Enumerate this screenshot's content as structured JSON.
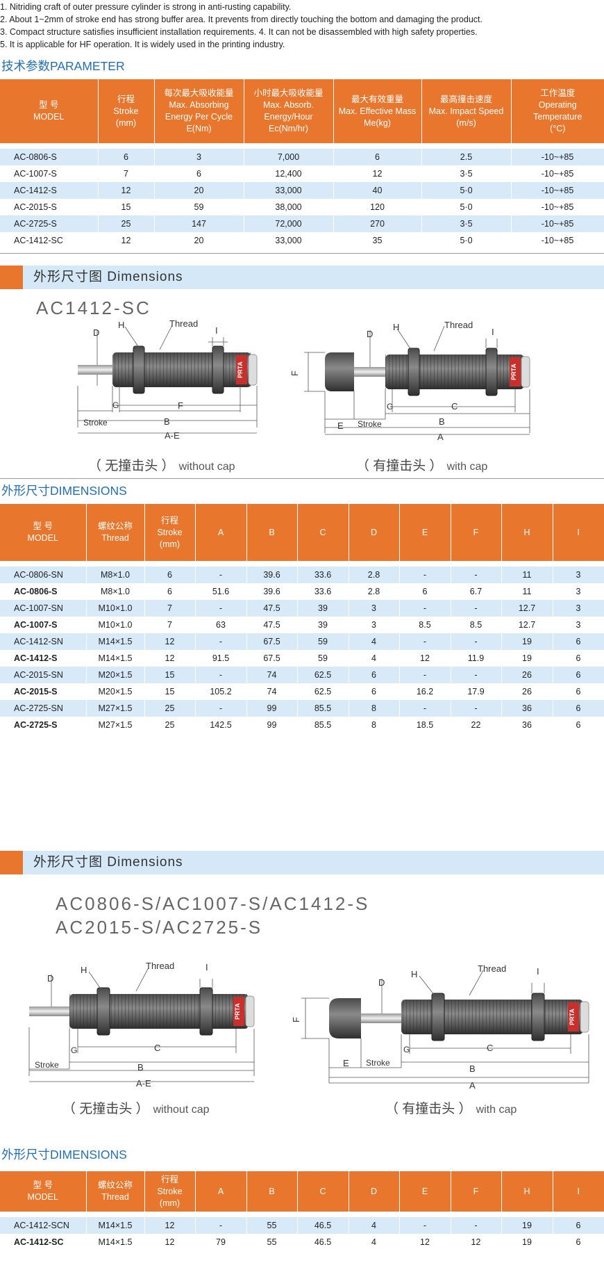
{
  "notes": [
    "1.  Nitriding craft of outer pressure cylinder is strong in anti-rusting capability.",
    "2.  About 1~2mm of stroke end has strong buffer area.  It prevents from directly touching the bottom and damaging the product.",
    "3.  Compact structure satisfies insufficient installation requirements.     4. It can not be disassembled with high safety properties.",
    "5.  It is applicable for HF operation.  It is widely used in the printing industry."
  ],
  "parameter": {
    "title": "技术参数PARAMETER",
    "headers": [
      [
        "型 号",
        "MODEL"
      ],
      [
        "行程",
        "Stroke",
        "(mm)"
      ],
      [
        "每次最大吸收能量",
        "Max. Absorbing",
        "Energy Per Cycle",
        "E(Nm)"
      ],
      [
        "小时最大吸收能量",
        "Max. Absorb.",
        "Energy/Hour",
        "Ec(Nm/hr)"
      ],
      [
        "最大有效重量",
        "Max. Effective Mass",
        "Me(kg)"
      ],
      [
        "最高撞击速度",
        "Max. Impact Speed",
        "(m/s)"
      ],
      [
        "工作温度",
        "Operating",
        "Temperature",
        "(°C)"
      ]
    ],
    "rows": [
      [
        "AC-0806-S",
        "6",
        "3",
        "7,000",
        "6",
        "2.5",
        "-10~+85"
      ],
      [
        "AC-1007-S",
        "7",
        "6",
        "12,400",
        "12",
        "3·5",
        "-10~+85"
      ],
      [
        "AC-1412-S",
        "12",
        "20",
        "33,000",
        "40",
        "5·0",
        "-10~+85"
      ],
      [
        "AC-2015-S",
        "15",
        "59",
        "38,000",
        "120",
        "5·0",
        "-10~+85"
      ],
      [
        "AC-2725-S",
        "25",
        "147",
        "72,000",
        "270",
        "3·5",
        "-10~+85"
      ],
      [
        "AC-1412-SC",
        "12",
        "20",
        "33,000",
        "35",
        "5·0",
        "-10~+85"
      ]
    ]
  },
  "dim_bar_1": "外形尺寸图 Dimensions",
  "model_1": "AC1412-SC",
  "diagram_1": {
    "labels_left": {
      "D": "D",
      "H": "H",
      "thread": "Thread",
      "I": "I",
      "G": "G",
      "F": "F",
      "stroke": "Stroke",
      "B": "B",
      "AE": "A-E"
    },
    "labels_right": {
      "D": "D",
      "H": "H",
      "thread": "Thread",
      "I": "I",
      "F": "F",
      "E": "E",
      "stroke": "Stroke",
      "G": "G",
      "C": "C",
      "B": "B",
      "A": "A"
    },
    "brand": "PRTA",
    "caption_left_cn": "（ 无撞击头 ）",
    "caption_left_en": "without cap",
    "caption_right_cn": "（ 有撞击头 ）",
    "caption_right_en": "with cap"
  },
  "dimensions_1": {
    "title": "外形尺寸DIMENSIONS",
    "headers": [
      [
        "型 号",
        "MODEL"
      ],
      [
        "螺纹公称",
        "Thread"
      ],
      [
        "行程",
        "Stroke",
        "(mm)"
      ],
      [
        "A"
      ],
      [
        "B"
      ],
      [
        "C"
      ],
      [
        "D"
      ],
      [
        "E"
      ],
      [
        "F"
      ],
      [
        "H"
      ],
      [
        "I"
      ]
    ],
    "rows": [
      [
        "AC-0806-SN",
        "M8×1.0",
        "6",
        "-",
        "39.6",
        "33.6",
        "2.8",
        "-",
        "-",
        "11",
        "3"
      ],
      [
        "AC-0806-S",
        "M8×1.0",
        "6",
        "51.6",
        "39.6",
        "33.6",
        "2.8",
        "6",
        "6.7",
        "11",
        "3"
      ],
      [
        "AC-1007-SN",
        "M10×1.0",
        "7",
        "-",
        "47.5",
        "39",
        "3",
        "-",
        "-",
        "12.7",
        "3"
      ],
      [
        "AC-1007-S",
        "M10×1.0",
        "7",
        "63",
        "47.5",
        "39",
        "3",
        "8.5",
        "8.5",
        "12.7",
        "3"
      ],
      [
        "AC-1412-SN",
        "M14×1.5",
        "12",
        "-",
        "67.5",
        "59",
        "4",
        "-",
        "-",
        "19",
        "6"
      ],
      [
        "AC-1412-S",
        "M14×1.5",
        "12",
        "91.5",
        "67.5",
        "59",
        "4",
        "12",
        "11.9",
        "19",
        "6"
      ],
      [
        "AC-2015-SN",
        "M20×1.5",
        "15",
        "-",
        "74",
        "62.5",
        "6",
        "-",
        "-",
        "26",
        "6"
      ],
      [
        "AC-2015-S",
        "M20×1.5",
        "15",
        "105.2",
        "74",
        "62.5",
        "6",
        "16.2",
        "17.9",
        "26",
        "6"
      ],
      [
        "AC-2725-SN",
        "M27×1.5",
        "25",
        "-",
        "99",
        "85.5",
        "8",
        "-",
        "-",
        "36",
        "6"
      ],
      [
        "AC-2725-S",
        "M27×1.5",
        "25",
        "142.5",
        "99",
        "85.5",
        "8",
        "18.5",
        "22",
        "36",
        "6"
      ]
    ]
  },
  "dim_bar_2": "外形尺寸图 Dimensions",
  "model_2_line1": "AC0806-S/AC1007-S/AC1412-S",
  "model_2_line2": "AC2015-S/AC2725-S",
  "diagram_2": {
    "labels_left": {
      "D": "D",
      "H": "H",
      "thread": "Thread",
      "I": "I",
      "G": "G",
      "C": "C",
      "stroke": "Stroke",
      "B": "B",
      "AE": "A-E"
    },
    "labels_right": {
      "D": "D",
      "H": "H",
      "thread": "Thread",
      "I": "I",
      "F": "F",
      "E": "E",
      "stroke": "Stroke",
      "G": "G",
      "C": "C",
      "B": "B",
      "A": "A"
    },
    "brand": "PRTA",
    "caption_left_cn": "（ 无撞击头 ）",
    "caption_left_en": "without cap",
    "caption_right_cn": "（ 有撞击头 ）",
    "caption_right_en": "with cap"
  },
  "dimensions_2": {
    "title": "外形尺寸DIMENSIONS",
    "headers": [
      [
        "型 号",
        "MODEL"
      ],
      [
        "螺纹公称",
        "Thread"
      ],
      [
        "行程",
        "Stroke",
        "(mm)"
      ],
      [
        "A"
      ],
      [
        "B"
      ],
      [
        "C"
      ],
      [
        "D"
      ],
      [
        "E"
      ],
      [
        "F"
      ],
      [
        "H"
      ],
      [
        "I"
      ]
    ],
    "rows": [
      [
        "AC-1412-SCN",
        "M14×1.5",
        "12",
        "-",
        "55",
        "46.5",
        "4",
        "-",
        "-",
        "19",
        "6"
      ],
      [
        "AC-1412-SC",
        "M14×1.5",
        "12",
        "79",
        "55",
        "46.5",
        "4",
        "12",
        "12",
        "19",
        "6"
      ]
    ]
  }
}
